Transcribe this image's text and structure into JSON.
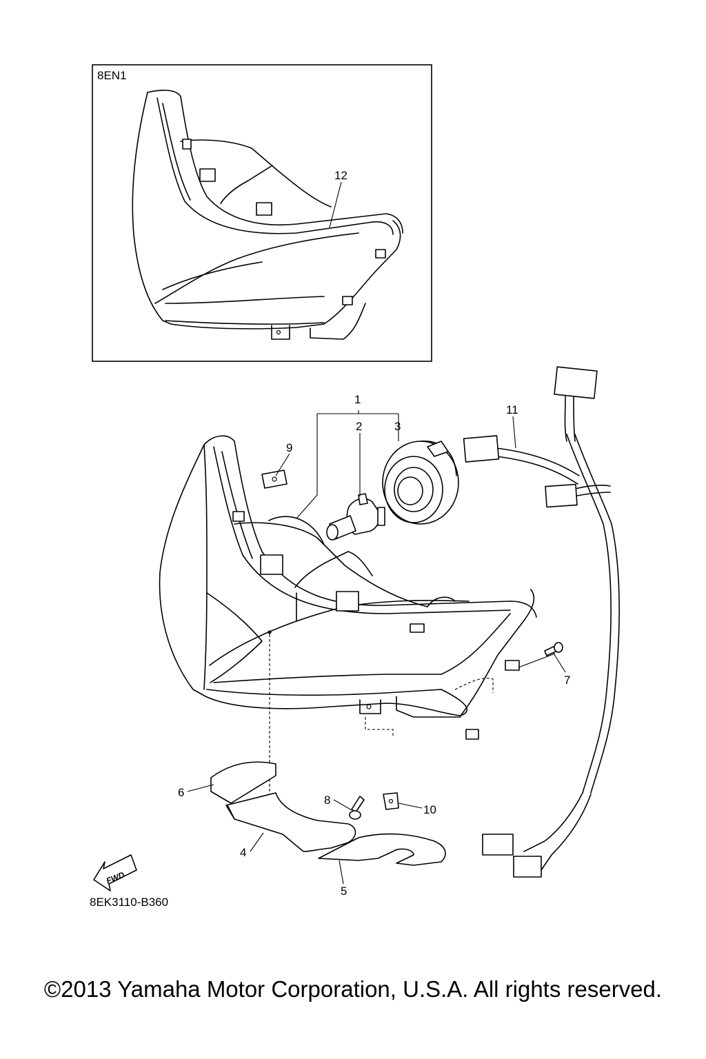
{
  "inset": {
    "code": "8EN1",
    "callout": "12"
  },
  "callouts": {
    "c1": "1",
    "c2": "2",
    "c3": "3",
    "c4": "4",
    "c5": "5",
    "c6": "6",
    "c7": "7",
    "c8": "8",
    "c9": "9",
    "c10": "10",
    "c11": "11"
  },
  "fwd_label": "FWD",
  "diagram_code": "8EK3110-B360",
  "copyright": "©2013 Yamaha Motor Corporation, U.S.A. All rights reserved."
}
